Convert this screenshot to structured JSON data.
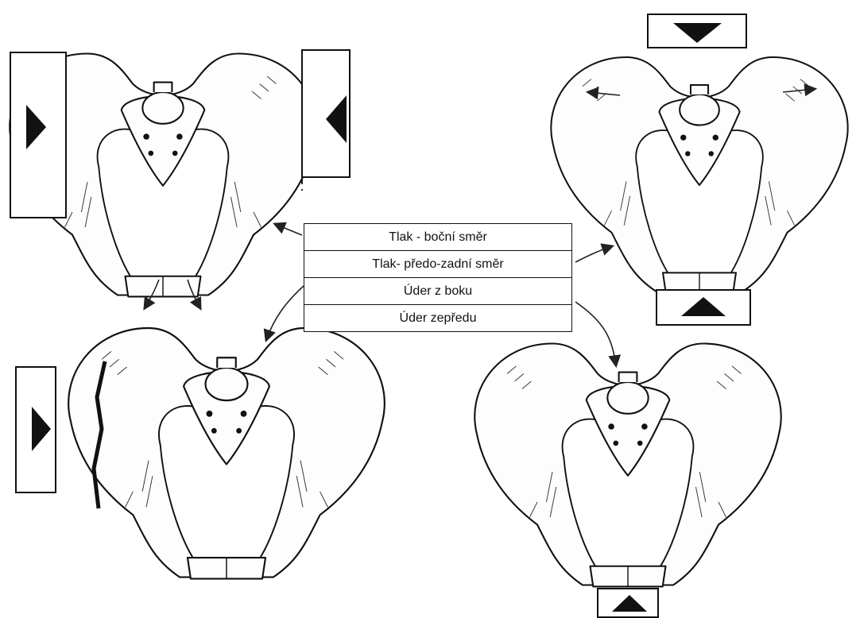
{
  "legend": {
    "items": [
      "Tlak - boční směr",
      "Tlak- předo-zadní směr",
      "Úder z boku",
      "Úder zepředu"
    ]
  },
  "icons": {
    "force": "black-triangle-arrow-icon",
    "pelvis": "pelvis-illustration"
  }
}
